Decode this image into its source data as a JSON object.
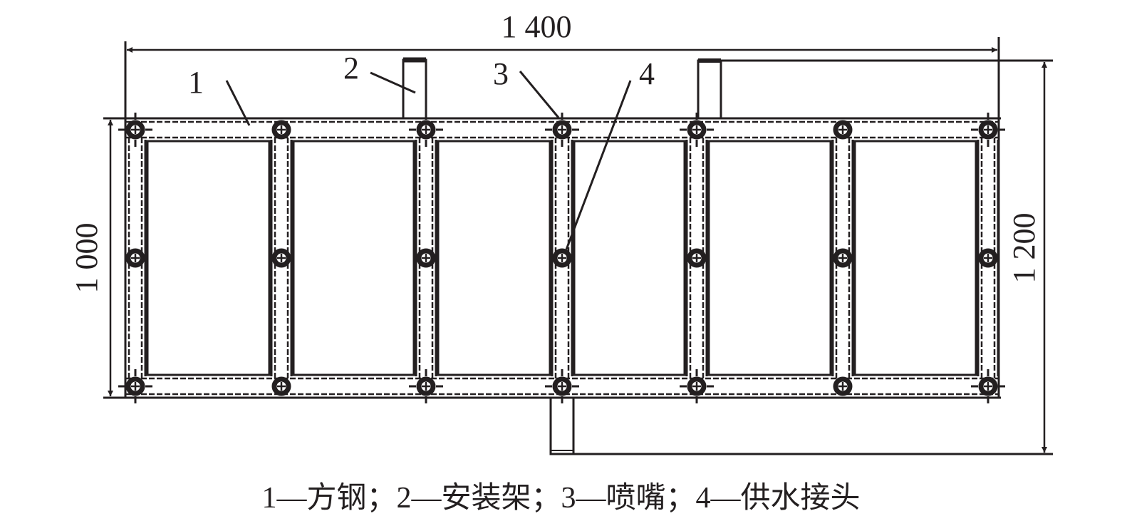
{
  "dimensions": {
    "width_label": "1 400",
    "depth_label": "1 000",
    "overall_label": "1 200"
  },
  "callouts": [
    "1",
    "2",
    "3",
    "4"
  ],
  "caption": "1—方钢；2—安装架；3—喷嘴；4—供水接头",
  "colors": {
    "ink": "#231f20",
    "background": "#ffffff"
  }
}
